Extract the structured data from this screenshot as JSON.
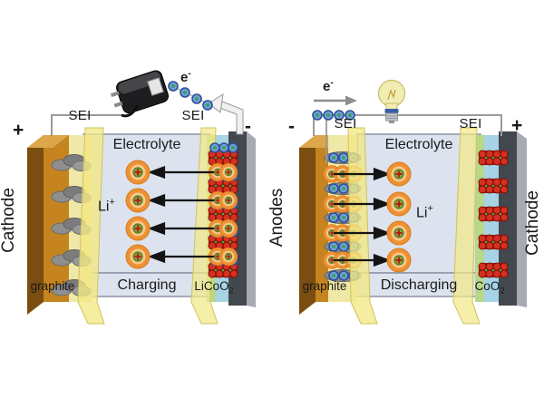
{
  "figure": {
    "left_cell": {
      "side_label": "Cathode",
      "positive_terminal": "+",
      "negative_terminal": "-",
      "sei_left": "SEI",
      "sei_right": "SEI",
      "electrolyte_label": "Electrolyte",
      "electron_label": {
        "base": "e",
        "sup": "-"
      },
      "lithium_label": {
        "base": "Li",
        "sup": "+"
      },
      "process_label": "Charging",
      "anode_material": "graphite",
      "cathode_material": {
        "base": "LiCoO",
        "sub": "2"
      }
    },
    "right_cell": {
      "side_label_left": "Anodes",
      "side_label_right": "Cathode",
      "negative_terminal": "-",
      "positive_terminal": "+",
      "sei_left": "SEI",
      "sei_right": "SEI",
      "electrolyte_label": "Electrolyte",
      "electron_label": {
        "base": "e",
        "sup": "-"
      },
      "lithium_label": {
        "base": "Li",
        "sup": "+"
      },
      "process_label": "Discharging",
      "anode_material": "graphite",
      "cathode_material": {
        "base": "CoO",
        "sub": "2"
      }
    },
    "colors": {
      "electrolyte": "#dce3ee",
      "electrode_copper": "#c5841f",
      "active_layer": "#f0e8a6",
      "separator_yellow": "#f2e884",
      "catholyte_cyan": "#a6d3e6",
      "collector_dark": "#43474e",
      "crystal_red": "#d63020",
      "ion_orange": "#ee9133",
      "ion_core_green": "#7fa43e",
      "electron_blue": "#2d4f97",
      "wire_gray": "#9a9a9a"
    }
  }
}
